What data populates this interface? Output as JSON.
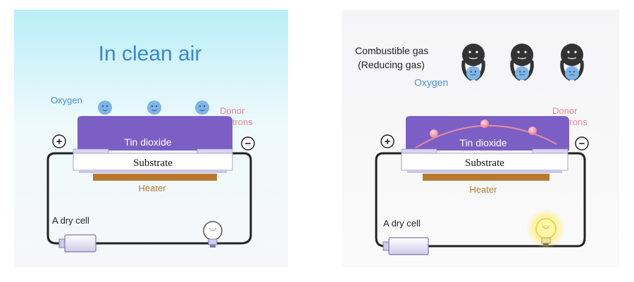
{
  "left_panel": {
    "title": "In clean air",
    "oxygen_label": "Oxygen",
    "donor_label_line1": "Donor",
    "donor_label_line2": "electrons",
    "tin_dioxide_label": "Tin dioxide",
    "substrate_label": "Substrate",
    "heater_label": "Heater",
    "dry_cell_label": "A dry cell",
    "plus_sign": "+",
    "minus_sign": "−",
    "bulb_state": "off"
  },
  "right_panel": {
    "gas_label_line1": "Combustible gas",
    "gas_label_line2": "(Reducing gas)",
    "oxygen_label": "Oxygen",
    "donor_label_line1": "Donor",
    "donor_label_line2": "electrons",
    "tin_dioxide_label": "Tin dioxide",
    "substrate_label": "Substrate",
    "heater_label": "Heater",
    "dry_cell_label": "A dry cell",
    "plus_sign": "+",
    "minus_sign": "−",
    "bulb_state": "lit"
  },
  "colors": {
    "tin_dioxide": "#7b5fc4",
    "heater": "#b8792e",
    "oxygen_text": "#4a8fd6",
    "donor_text": "#e8859c",
    "sky_top": "#bfeff7",
    "gas_molecule": "#333333",
    "oxygen_molecule": "#7fb4e6"
  }
}
